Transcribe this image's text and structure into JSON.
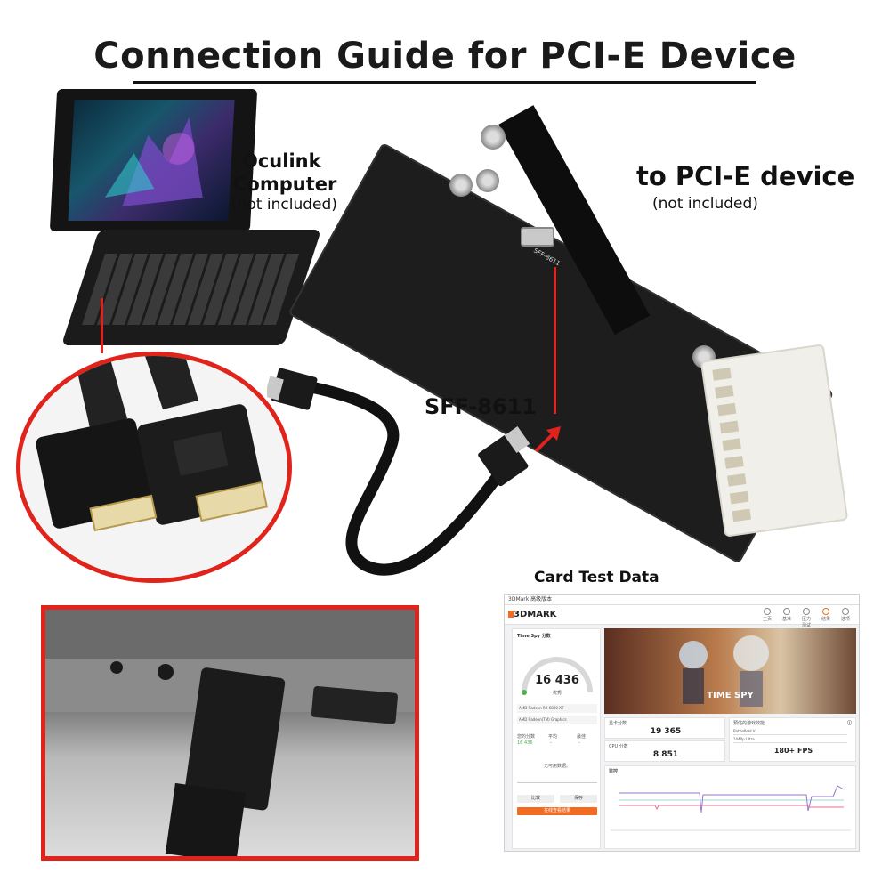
{
  "title": "Connection Guide for PCI-E Device",
  "computer": {
    "name_line1": "Oculink",
    "name_line2": "Computer",
    "note": "(not included)"
  },
  "device": {
    "name": "to PCI-E device",
    "note": "(not included)"
  },
  "connector_label": "SFF-8611",
  "board_silkscreen": "SFF-8611",
  "test_section_title": "Card Test Data",
  "benchmark": {
    "window_title": "3DMark 高级版本",
    "logo": "3DMARK",
    "nav": [
      "主页",
      "基准",
      "压力测试",
      "结果",
      "选项"
    ],
    "test_name": "Time Spy 分数",
    "score": "16 436",
    "score_caption": "优秀",
    "gpu": "AMD Radeon RX 6800 XT",
    "cpu_name": "AMD Radeon(TM) Graphics",
    "stats_labels": [
      "您的分数",
      "平均",
      "最佳"
    ],
    "stats_values": [
      "16 436",
      "-",
      "-"
    ],
    "no_data_text": "无可用数据。",
    "btn_compare": "比较",
    "btn_save": "保存",
    "btn_online": "在线查看结果",
    "banner_text": "TIME SPY",
    "graphics_label": "显卡分数",
    "graphics_score": "19 365",
    "cpu_label": "CPU 分数",
    "cpu_score": "8 851",
    "game_perf_label": "预估的游戏效能",
    "game_name": "Battlefield V",
    "game_setting": "1440p Ultra",
    "fps": "180+ FPS",
    "monitor_label": "监控"
  },
  "colors": {
    "accent_red": "#e0231b",
    "benchmark_orange": "#f26b21",
    "score_green": "#4caf50"
  }
}
